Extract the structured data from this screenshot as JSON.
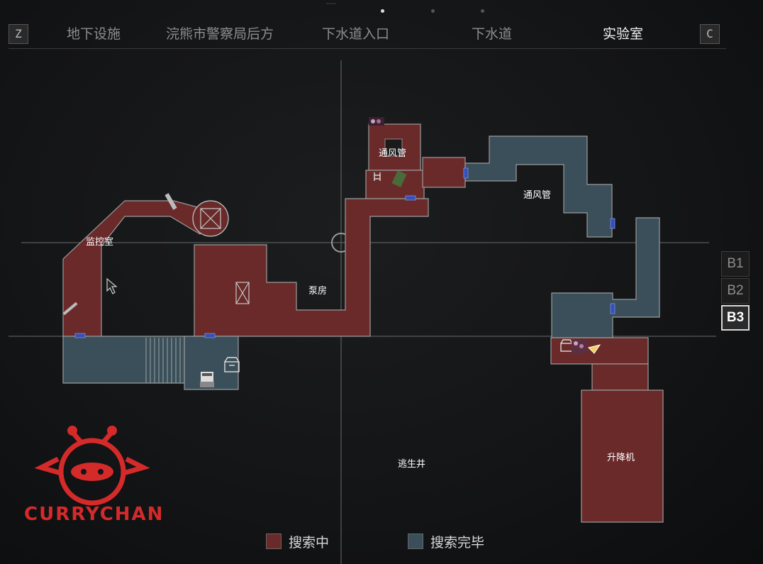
{
  "tabs": {
    "key_prev": "Z",
    "key_next": "C",
    "items": [
      {
        "label": "地下设施",
        "active": false
      },
      {
        "label": "浣熊市警察局后方",
        "active": false
      },
      {
        "label": "下水道入口",
        "active": false
      },
      {
        "label": "下水道",
        "active": false
      },
      {
        "label": "实验室",
        "active": true
      }
    ],
    "page_count": 3,
    "active_page": 1
  },
  "floors": [
    "B1",
    "B2",
    "B3"
  ],
  "active_floor": "B3",
  "map_labels": {
    "monitor_room": "监控室",
    "vent_top": "通风管",
    "vent_right": "通风管",
    "pump_room": "泵房",
    "escape_shaft": "逃生井",
    "elevator": "升降机"
  },
  "legend": {
    "searching": "搜索中",
    "done": "搜索完毕",
    "searching_color": "#6b2a2a",
    "done_color": "#3a4f59"
  },
  "watermark": "CURRYCHAN",
  "watermark_color": "#d42a2a",
  "icons": [
    "typewriter-icon",
    "item-box-icon",
    "ladder-icon",
    "player-position-icon",
    "herb-icon",
    "weapon-part-icon",
    "map-cursor-icon"
  ]
}
